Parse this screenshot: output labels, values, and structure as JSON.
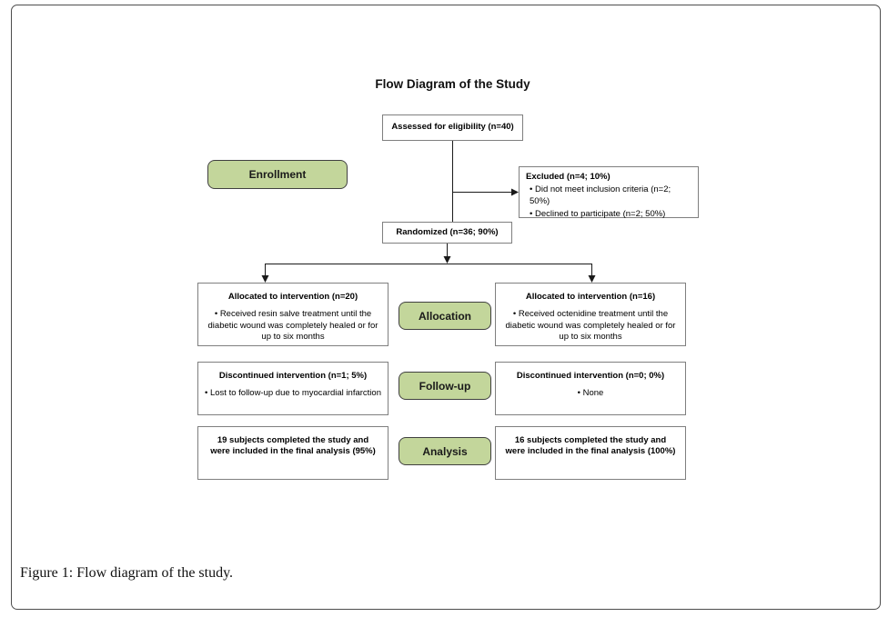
{
  "figure": {
    "title": "Flow Diagram of the Study",
    "caption": "Figure 1: Flow diagram of the study."
  },
  "stages": {
    "enrollment": "Enrollment",
    "allocation": "Allocation",
    "followup": "Follow-up",
    "analysis": "Analysis"
  },
  "boxes": {
    "assessed": {
      "title": "Assessed for eligibility (n=40)"
    },
    "excluded": {
      "title": "Excluded (n=4; 10%)",
      "bullets": [
        "Did not meet inclusion criteria (n=2; 50%)",
        "Declined to participate (n=2; 50%)"
      ]
    },
    "randomized": {
      "title": "Randomized (n=36; 90%)"
    },
    "alloc_left": {
      "title": "Allocated to intervention (n=20)",
      "bullets": [
        "Received resin salve treatment until the diabetic wound was completely healed or for up to six months"
      ]
    },
    "alloc_right": {
      "title": "Allocated to intervention (n=16)",
      "bullets": [
        "Received octenidine treatment until the diabetic wound was completely healed or for up to six months"
      ]
    },
    "followup_left": {
      "title": "Discontinued intervention (n=1; 5%)",
      "bullets": [
        "Lost to follow-up due to myocardial infarction"
      ]
    },
    "followup_right": {
      "title": "Discontinued intervention (n=0; 0%)",
      "bullets": [
        "None"
      ]
    },
    "analysis_left": {
      "title": "19 subjects completed the study and were included in the final analysis (95%)"
    },
    "analysis_right": {
      "title": "16 subjects completed the study and were included in the final analysis (100%)"
    }
  },
  "colors": {
    "stage_fill": "#c3d69b",
    "stage_border": "#404040",
    "box_border": "#7f7f7f",
    "line": "#1a1a1a"
  }
}
